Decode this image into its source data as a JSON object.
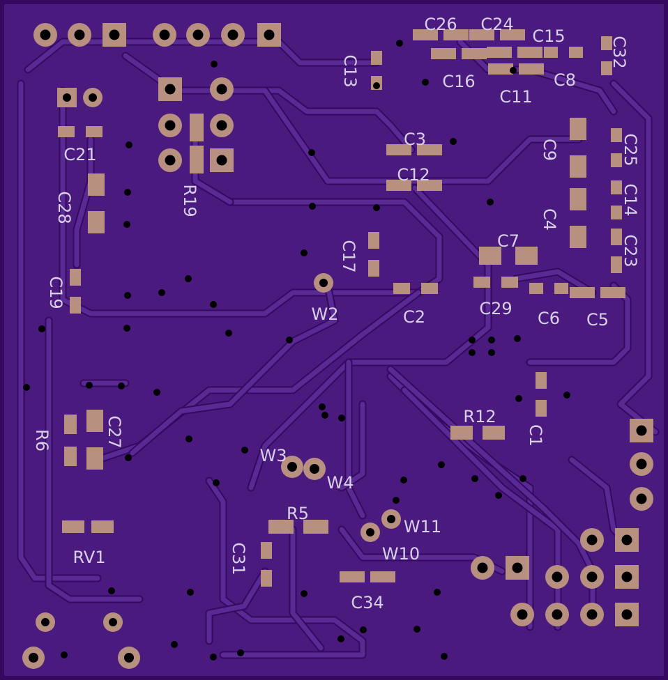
{
  "board": {
    "colors": {
      "substrate": "#4a1a7e",
      "copper": "#5a2a94",
      "clearance": "#35095f",
      "pad": "#b89080",
      "silk": "#d8d0e8",
      "hole": "#000000"
    },
    "designators": [
      "C26",
      "C24",
      "C15",
      "C16",
      "C11",
      "C8",
      "C32",
      "C13",
      "C21",
      "R19",
      "C28",
      "C3",
      "C12",
      "C9",
      "C25",
      "C14",
      "C23",
      "C4",
      "C17",
      "C7",
      "C29",
      "C6",
      "C5",
      "C2",
      "W2",
      "C19",
      "C1",
      "R12",
      "C27",
      "R6",
      "W3",
      "W4",
      "W11",
      "W10",
      "R5",
      "C31",
      "C34",
      "RV1"
    ]
  }
}
